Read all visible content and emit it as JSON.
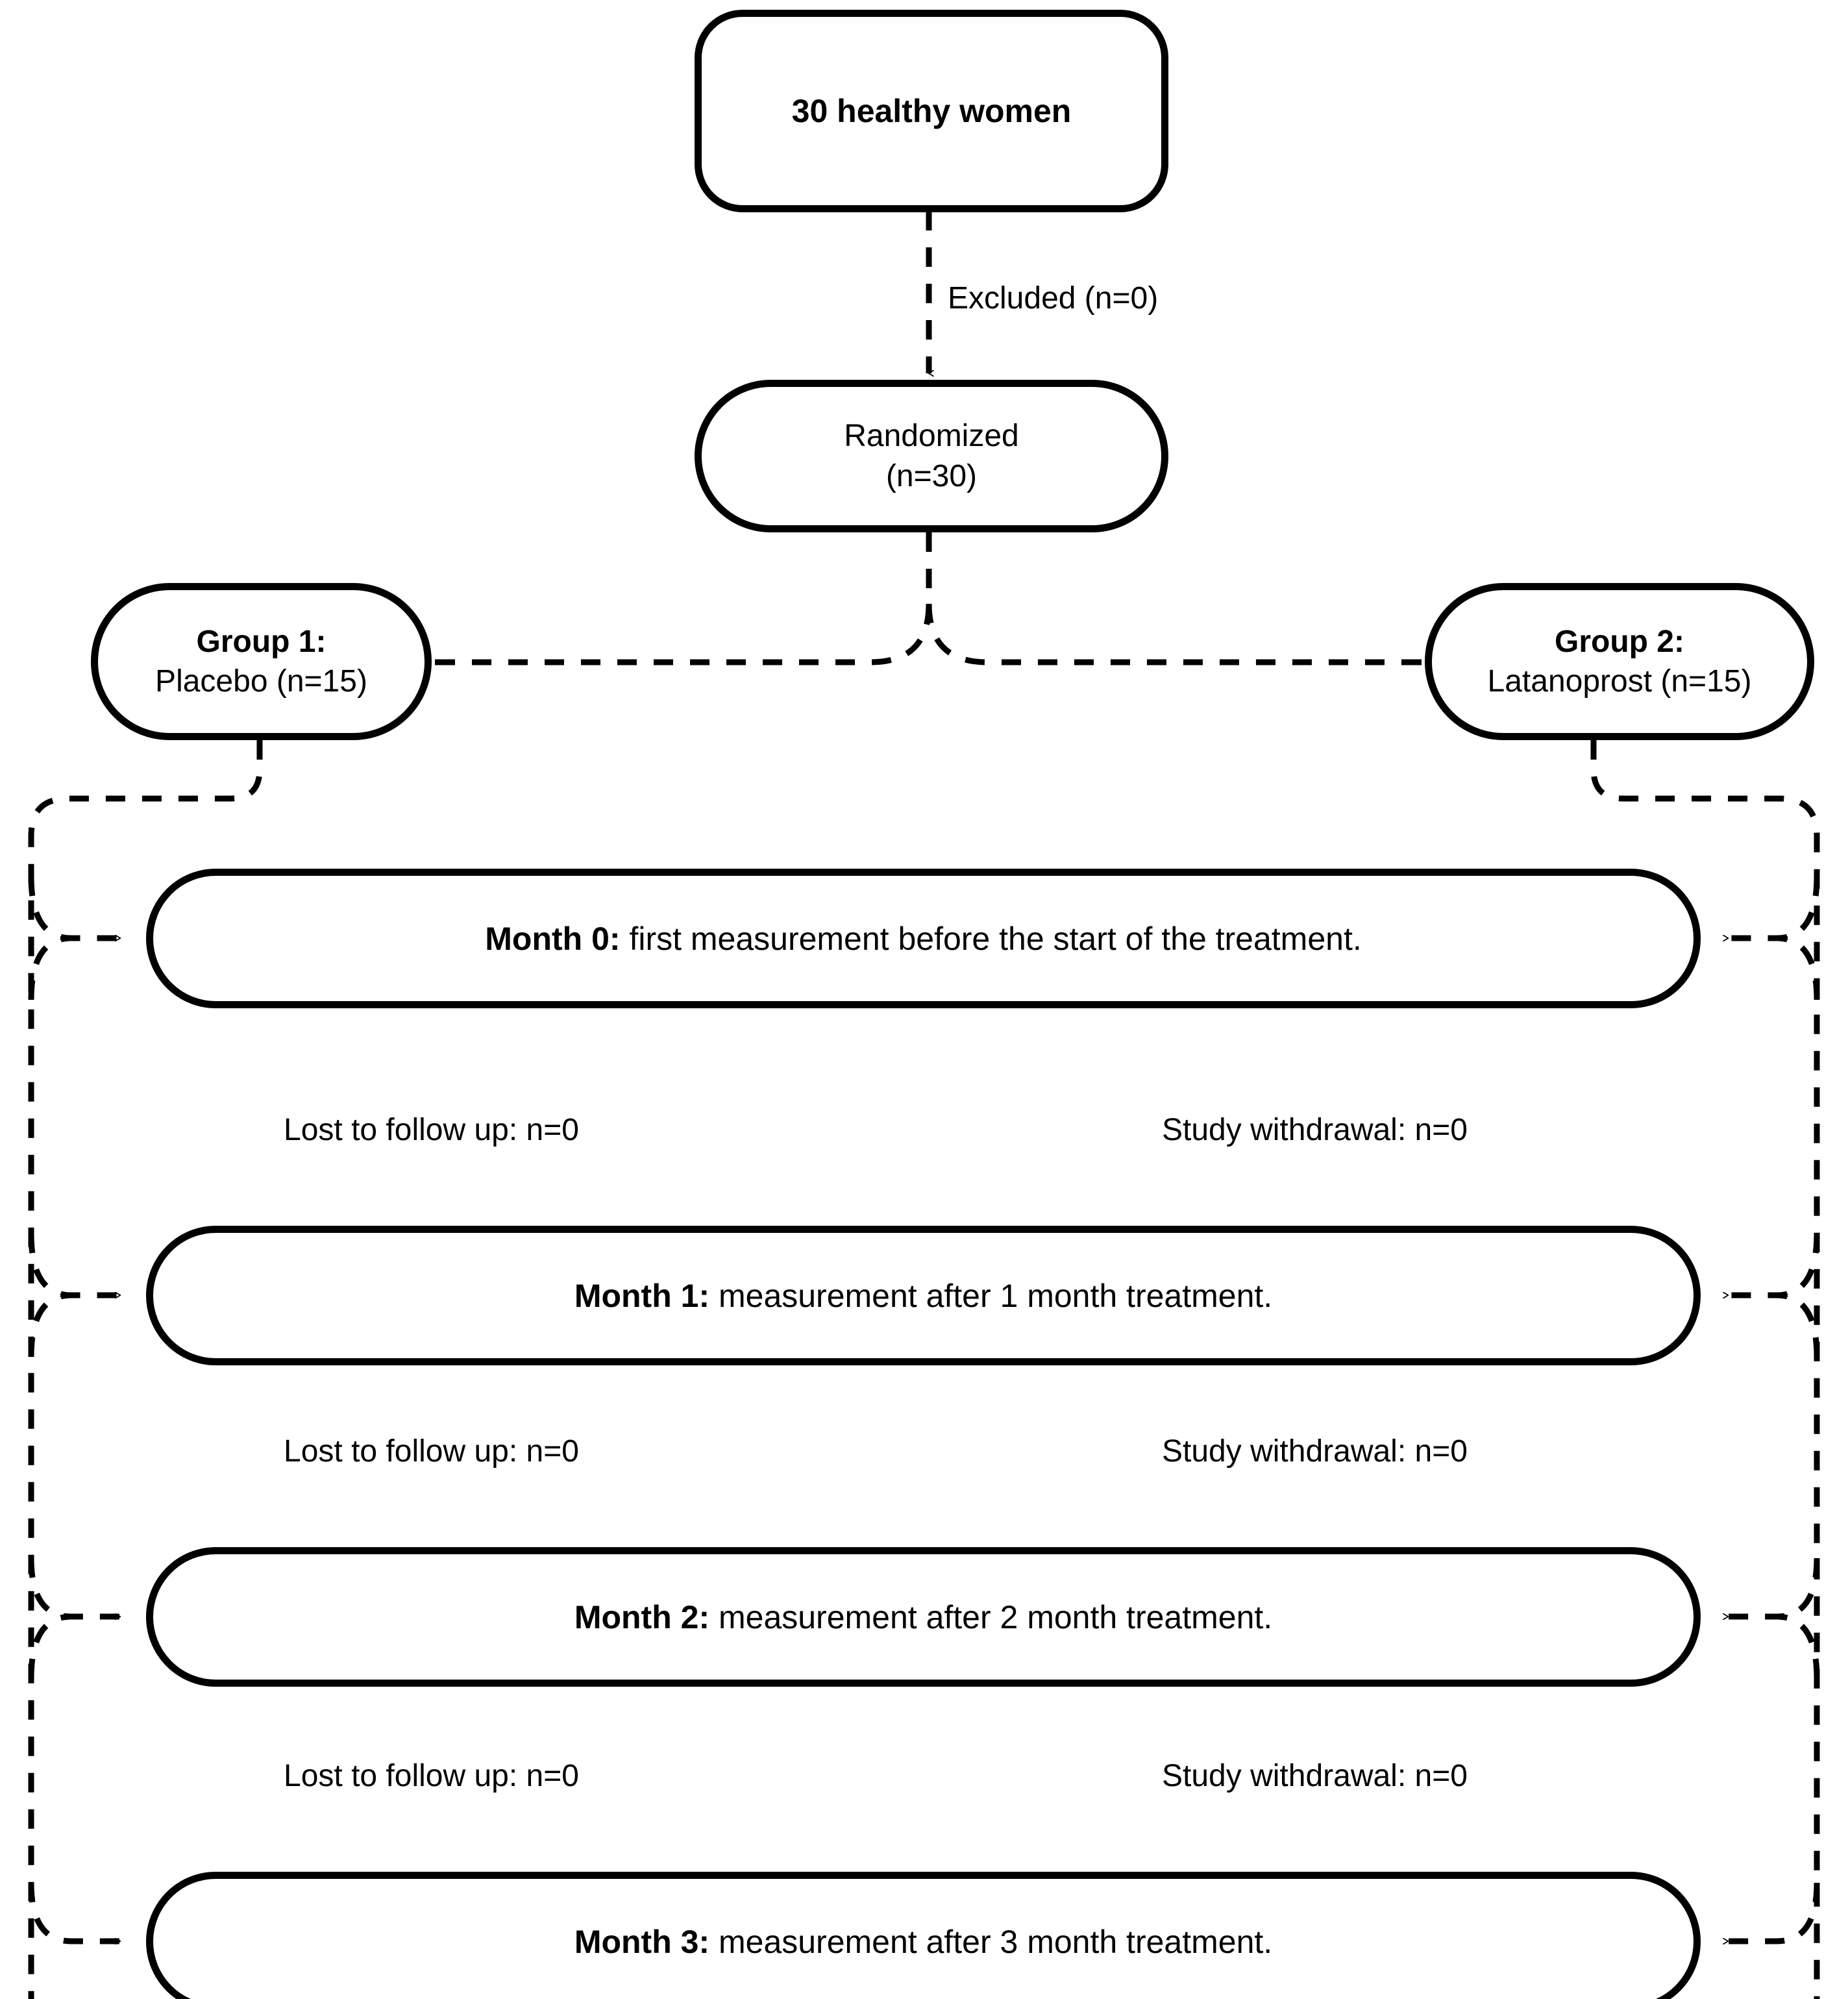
{
  "diagram": {
    "type": "consort-flow-diagram",
    "title_node": {
      "id": "enrollment",
      "label": "30 healthy women"
    },
    "edges": {
      "excluded_label": "Excluded (n=0)"
    },
    "randomized_node": {
      "line1": "Randomized",
      "line2": "(n=30)"
    },
    "groups": [
      {
        "id": "group-1",
        "heading": "Group 1:",
        "detail": "Placebo (n=15)"
      },
      {
        "id": "group-2",
        "heading": "Group 2:",
        "detail": "Latanoprost (n=15)"
      }
    ],
    "timepoints": [
      {
        "id": "month-0",
        "bold": "Month 0:",
        "rest": " first measurement before the start of the treatment."
      },
      {
        "id": "month-1",
        "bold": "Month 1:",
        "rest": " measurement after 1 month treatment."
      },
      {
        "id": "month-2",
        "bold": "Month 2:",
        "rest": " measurement after 2 month treatment."
      },
      {
        "id": "month-3",
        "bold": "Month 3:",
        "rest": " measurement after 3 month treatment."
      }
    ],
    "attrition": [
      {
        "id": "attrition-1",
        "lost": "Lost to follow up: n=0",
        "withdrawal": "Study withdrawal: n=0"
      },
      {
        "id": "attrition-2",
        "lost": "Lost to follow up: n=0",
        "withdrawal": "Study withdrawal: n=0"
      },
      {
        "id": "attrition-3",
        "lost": "Lost to follow up: n=0",
        "withdrawal": "Study withdrawal: n=0"
      }
    ],
    "style": {
      "stroke": "#000000",
      "fill": "#ffffff",
      "background": "#ffffff"
    }
  }
}
